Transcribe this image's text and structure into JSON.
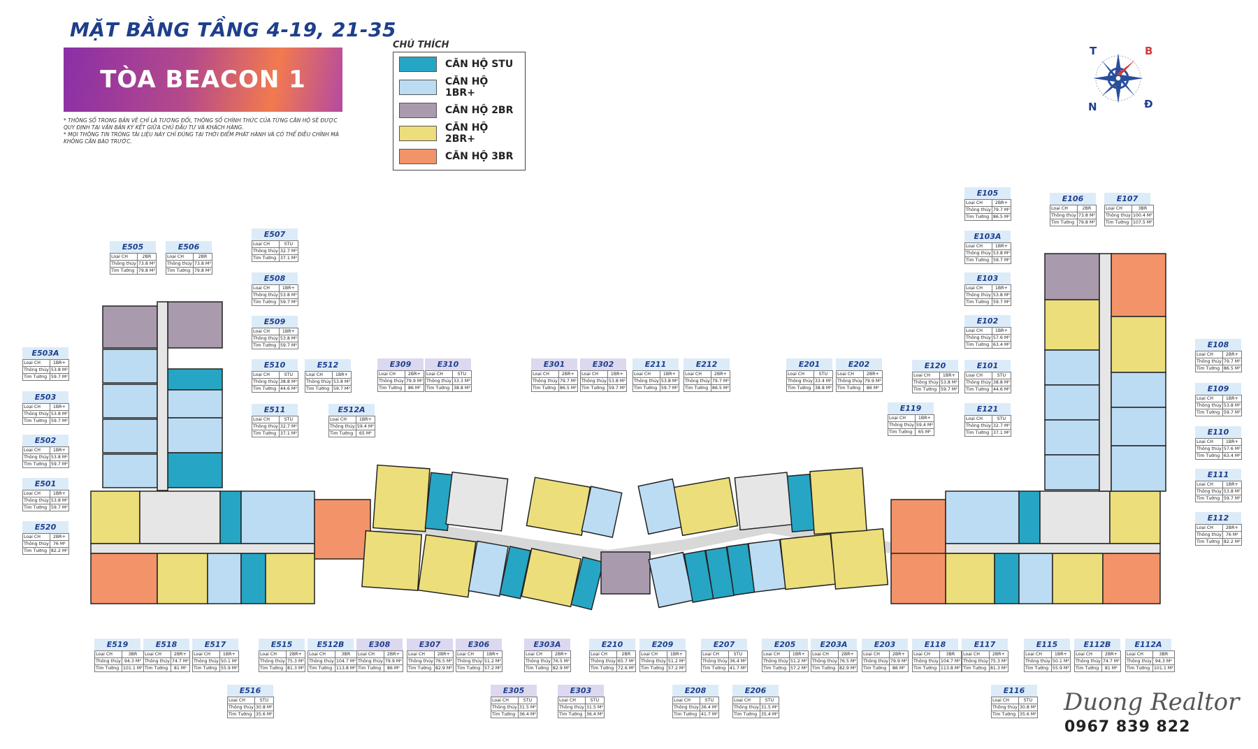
{
  "header": {
    "title": "MẶT BẰNG TẦNG 4-19, 21-35",
    "building": "TÒA BEACON 1",
    "disclaimer_1": "* THÔNG SỐ TRONG BẢN VẼ CHỈ LÀ TƯƠNG ĐỐI, THÔNG SỐ CHÍNH THỨC CỦA TỪNG CĂN HỘ SẼ ĐƯỢC QUY ĐỊNH TẠI VĂN BẢN KÝ KẾT GIỮA CHỦ ĐẦU TƯ VÀ KHÁCH HÀNG.",
    "disclaimer_2": "* MỌI THÔNG TIN TRONG TÀI LIỆU NÀY CHỈ ĐÚNG TẠI THỜI ĐIỂM PHÁT HÀNH VÀ CÓ THỂ ĐIỀU CHỈNH MÀ KHÔNG CẦN BÁO TRƯỚC."
  },
  "legend": {
    "title": "CHÚ THÍCH",
    "items": [
      {
        "label": "CĂN HỘ STU",
        "color": "#26a6c4"
      },
      {
        "label": "CĂN HỘ 1BR+",
        "color": "#bcdcf3"
      },
      {
        "label": "CĂN HỘ 2BR",
        "color": "#a99aae"
      },
      {
        "label": "CĂN HỘ 2BR+",
        "color": "#ecde7b"
      },
      {
        "label": "CĂN HỘ 3BR",
        "color": "#f3936a"
      }
    ]
  },
  "compass": {
    "n_top": "T",
    "b": "B",
    "n_bottom": "N",
    "d": "Đ"
  },
  "field_labels": {
    "type": "Loại CH",
    "net": "Thông thủy",
    "gross": "Tim Tường"
  },
  "units": [
    {
      "code": "E505",
      "type": "2BR",
      "net": "73.8 M²",
      "gross": "79.8 M²"
    },
    {
      "code": "E506",
      "type": "2BR",
      "net": "73.8 M²",
      "gross": "79.8 M²"
    },
    {
      "code": "E507",
      "type": "STU",
      "net": "32.7 M²",
      "gross": "37.1 M²"
    },
    {
      "code": "E508",
      "type": "1BR+",
      "net": "53.8 M²",
      "gross": "59.7 M²"
    },
    {
      "code": "E509",
      "type": "1BR+",
      "net": "53.8 M²",
      "gross": "59.7 M²"
    },
    {
      "code": "E510",
      "type": "STU",
      "net": "38.8 M²",
      "gross": "44.6 M²"
    },
    {
      "code": "E511",
      "type": "STU",
      "net": "32.7 M²",
      "gross": "37.1 M²"
    },
    {
      "code": "E512",
      "type": "1BR+",
      "net": "53.8 M²",
      "gross": "59.7 M²"
    },
    {
      "code": "E512A",
      "type": "1BR+",
      "net": "59.4 M²",
      "gross": "65 M²"
    },
    {
      "code": "E503A",
      "type": "1BR+",
      "net": "53.8 M²",
      "gross": "59.7 M²"
    },
    {
      "code": "E503",
      "type": "1BR+",
      "net": "53.8 M²",
      "gross": "59.7 M²"
    },
    {
      "code": "E502",
      "type": "1BR+",
      "net": "53.8 M²",
      "gross": "59.7 M²"
    },
    {
      "code": "E501",
      "type": "1BR+",
      "net": "53.8 M²",
      "gross": "59.7 M²"
    },
    {
      "code": "E520",
      "type": "2BR+",
      "net": "76 M²",
      "gross": "82.2 M²"
    },
    {
      "code": "E309",
      "type": "2BR+",
      "net": "79.9 M²",
      "gross": "86 M²"
    },
    {
      "code": "E310",
      "type": "STU",
      "net": "33.3 M²",
      "gross": "38.8 M²"
    },
    {
      "code": "E301",
      "type": "2BR+",
      "net": "79.7 M²",
      "gross": "86.5 M²"
    },
    {
      "code": "E302",
      "type": "1BR+",
      "net": "53.8 M²",
      "gross": "59.7 M²"
    },
    {
      "code": "E211",
      "type": "1BR+",
      "net": "53.8 M²",
      "gross": "59.7 M²"
    },
    {
      "code": "E212",
      "type": "2BR+",
      "net": "79.7 M²",
      "gross": "86.5 M²"
    },
    {
      "code": "E201",
      "type": "STU",
      "net": "33.4 M²",
      "gross": "38.8 M²"
    },
    {
      "code": "E202",
      "type": "2BR+",
      "net": "79.9 M²",
      "gross": "86 M²"
    },
    {
      "code": "E120",
      "type": "1BR+",
      "net": "53.8 M²",
      "gross": "59.7 M²"
    },
    {
      "code": "E119",
      "type": "1BR+",
      "net": "59.4 M²",
      "gross": "65 M²"
    },
    {
      "code": "E105",
      "type": "2BR+",
      "net": "79.7 M²",
      "gross": "86.5 M²"
    },
    {
      "code": "E106",
      "type": "2BR",
      "net": "73.8 M²",
      "gross": "79.8 M²"
    },
    {
      "code": "E107",
      "type": "3BR",
      "net": "100.4 M²",
      "gross": "107.5 M²"
    },
    {
      "code": "E103A",
      "type": "1BR+",
      "net": "53.8 M²",
      "gross": "59.7 M²"
    },
    {
      "code": "E103",
      "type": "1BR+",
      "net": "53.8 M²",
      "gross": "59.7 M²"
    },
    {
      "code": "E102",
      "type": "1BR+",
      "net": "57.6 M²",
      "gross": "63.4 M²"
    },
    {
      "code": "E101",
      "type": "STU",
      "net": "38.8 M²",
      "gross": "44.6 M²"
    },
    {
      "code": "E121",
      "type": "STU",
      "net": "32.7 M²",
      "gross": "37.1 M²"
    },
    {
      "code": "E108",
      "type": "2BR+",
      "net": "79.7 M²",
      "gross": "86.5 M²"
    },
    {
      "code": "E109",
      "type": "1BR+",
      "net": "53.8 M²",
      "gross": "59.7 M²"
    },
    {
      "code": "E110",
      "type": "1BR+",
      "net": "57.6 M²",
      "gross": "63.4 M²"
    },
    {
      "code": "E111",
      "type": "1BR+",
      "net": "53.8 M²",
      "gross": "59.7 M²"
    },
    {
      "code": "E112",
      "type": "2BR+",
      "net": "76 M²",
      "gross": "82.2 M²"
    },
    {
      "code": "E519",
      "type": "3BR",
      "net": "94.3 M²",
      "gross": "101.1 M²"
    },
    {
      "code": "E518",
      "type": "2BR+",
      "net": "74.7 M²",
      "gross": "81 M²"
    },
    {
      "code": "E517",
      "type": "1BR+",
      "net": "50.1 M²",
      "gross": "55.9 M²"
    },
    {
      "code": "E515",
      "type": "2BR+",
      "net": "75.3 M²",
      "gross": "81.3 M²"
    },
    {
      "code": "E512B",
      "type": "3BR",
      "net": "104.7 M²",
      "gross": "113.8 M²"
    },
    {
      "code": "E308",
      "type": "2BR+",
      "net": "79.9 M²",
      "gross": "86 M²"
    },
    {
      "code": "E307",
      "type": "2BR+",
      "net": "76.5 M²",
      "gross": "82.9 M²"
    },
    {
      "code": "E306",
      "type": "1BR+",
      "net": "51.2 M²",
      "gross": "57.2 M²"
    },
    {
      "code": "E303A",
      "type": "2BR+",
      "net": "76.5 M²",
      "gross": "82.9 M²"
    },
    {
      "code": "E210",
      "type": "2BR",
      "net": "65.7 M²",
      "gross": "72.6 M²"
    },
    {
      "code": "E209",
      "type": "1BR+",
      "net": "51.2 M²",
      "gross": "57.2 M²"
    },
    {
      "code": "E207",
      "type": "STU",
      "net": "36.4 M²",
      "gross": "41.7 M²"
    },
    {
      "code": "E205",
      "type": "1BR+",
      "net": "51.2 M²",
      "gross": "57.2 M²"
    },
    {
      "code": "E203A",
      "type": "2BR+",
      "net": "76.5 M²",
      "gross": "82.9 M²"
    },
    {
      "code": "E203",
      "type": "2BR+",
      "net": "79.9 M²",
      "gross": "86 M²"
    },
    {
      "code": "E118",
      "type": "3BR",
      "net": "104.7 M²",
      "gross": "113.8 M²"
    },
    {
      "code": "E117",
      "type": "2BR+",
      "net": "75.3 M²",
      "gross": "81.3 M²"
    },
    {
      "code": "E115",
      "type": "1BR+",
      "net": "50.1 M²",
      "gross": "55.9 M²"
    },
    {
      "code": "E112B",
      "type": "2BR+",
      "net": "74.7 M²",
      "gross": "81 M²"
    },
    {
      "code": "E112A",
      "type": "3BR",
      "net": "94.3 M²",
      "gross": "101.1 M²"
    },
    {
      "code": "E516",
      "type": "STU",
      "net": "30.8 M²",
      "gross": "35.6 M²"
    },
    {
      "code": "E305",
      "type": "STU",
      "net": "31.5 M²",
      "gross": "36.4 M²"
    },
    {
      "code": "E303",
      "type": "STU",
      "net": "31.5 M²",
      "gross": "36.4 M²"
    },
    {
      "code": "E208",
      "type": "STU",
      "net": "36.4 M²",
      "gross": "41.7 M²"
    },
    {
      "code": "E206",
      "type": "STU",
      "net": "31.5 M²",
      "gross": "35.4 M²"
    },
    {
      "code": "E116",
      "type": "STU",
      "net": "30.8 M²",
      "gross": "35.6 M²"
    }
  ],
  "credit": {
    "name": "Duong Realtor",
    "phone": "0967 839 822"
  }
}
